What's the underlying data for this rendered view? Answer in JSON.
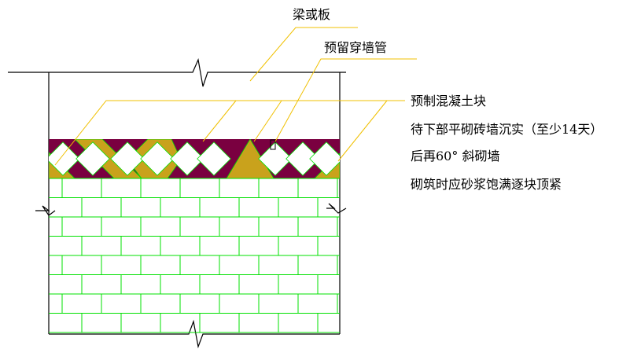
{
  "labels": {
    "beam_or_slab": "梁或板",
    "sleeve": "预留穿墙管",
    "precast_block": "预制混凝土块",
    "note_line_2": "待下部平砌砖墙沉实（至少14天）",
    "note_line_3": "后再60° 斜砌墙",
    "note_line_4": "砌筑时应砂浆饱满逐块顶紧"
  },
  "colors": {
    "outline": "#000000",
    "leader": "#f0c000",
    "brick_joint": "#00e000",
    "mortar_band": "#7a0040",
    "precast_block_fill": "#c9a21c",
    "slant_brick_fill": "#ffffff"
  }
}
